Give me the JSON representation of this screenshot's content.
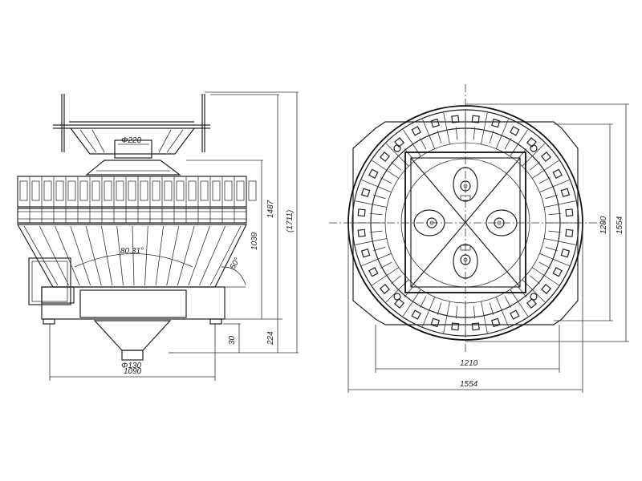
{
  "side_view": {
    "dims": {
      "top_diameter": "Φ220",
      "angle": "80.31°",
      "cone_angle": "50°",
      "outlet_diameter": "Φ130",
      "base_width": "1090",
      "height_total": "(1711)",
      "height_upper": "1487",
      "height_body": "1039",
      "height_base": "224",
      "height_foot": "30"
    }
  },
  "top_view": {
    "dims": {
      "outer_width": "1554",
      "inner_width": "1210",
      "outer_height": "1554",
      "inner_height": "1280"
    }
  },
  "colors": {
    "line": "#222222",
    "background": "#ffffff"
  }
}
